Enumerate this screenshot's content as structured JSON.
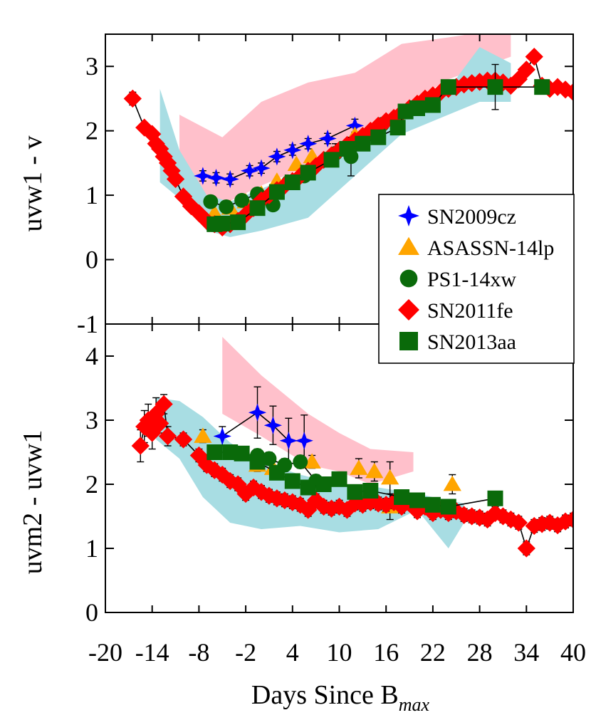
{
  "chart_data": [
    {
      "type": "scatter",
      "panel": "top",
      "ylabel": "uvw1 - v",
      "ylim": [
        -1,
        3.5
      ],
      "yticks": [
        -1,
        0,
        1,
        2,
        3
      ],
      "bands": [
        {
          "color": "#ffc0cb",
          "upper": [
            [
              -10.5,
              2.25
            ],
            [
              -5,
              1.9
            ],
            [
              0,
              2.45
            ],
            [
              6,
              2.75
            ],
            [
              12,
              2.9
            ],
            [
              18,
              3.35
            ],
            [
              24,
              3.45
            ],
            [
              32,
              3.6
            ]
          ],
          "lower": [
            [
              32,
              3.15
            ],
            [
              24,
              2.8
            ],
            [
              18,
              2.35
            ],
            [
              12,
              1.8
            ],
            [
              6,
              1.45
            ],
            [
              0,
              1.15
            ],
            [
              -5,
              0.85
            ],
            [
              -10.5,
              1.15
            ]
          ]
        },
        {
          "color": "#a8dde3",
          "upper": [
            [
              -13,
              2.65
            ],
            [
              -10.5,
              1.7
            ],
            [
              -7,
              1.0
            ],
            [
              -4,
              0.9
            ],
            [
              0,
              1.1
            ],
            [
              6,
              1.4
            ],
            [
              12,
              1.75
            ],
            [
              18,
              2.2
            ],
            [
              24,
              2.65
            ],
            [
              28,
              3.3
            ],
            [
              32,
              3.05
            ]
          ],
          "lower": [
            [
              32,
              2.45
            ],
            [
              28,
              2.45
            ],
            [
              24,
              2.25
            ],
            [
              18,
              1.95
            ],
            [
              12,
              1.3
            ],
            [
              6,
              0.65
            ],
            [
              0,
              0.45
            ],
            [
              -4,
              0.35
            ],
            [
              -7,
              0.45
            ],
            [
              -10.5,
              0.95
            ],
            [
              -13,
              1.2
            ]
          ]
        }
      ],
      "series": [
        {
          "name": "SN2009cz",
          "marker": "star4",
          "color": "#0000ff",
          "connect": true,
          "x": [
            -7.5,
            -5.8,
            -4,
            -1.5,
            0,
            2,
            4,
            6,
            8.5,
            12
          ],
          "y": [
            1.3,
            1.27,
            1.25,
            1.38,
            1.42,
            1.6,
            1.7,
            1.8,
            1.88,
            2.08
          ],
          "err": [
            0.08,
            0.08,
            0.08,
            0.08,
            0.08,
            0.08,
            0.08,
            0.08,
            0.08,
            0.1
          ]
        },
        {
          "name": "ASASSN-14lp",
          "marker": "triangle",
          "color": "#ffa500",
          "connect": false,
          "x": [
            -6,
            -4,
            -2,
            0,
            2,
            4.5,
            6.5,
            12
          ],
          "y": [
            0.72,
            0.8,
            0.9,
            1.02,
            1.22,
            1.48,
            1.6,
            1.93
          ],
          "err": [
            0,
            0,
            0,
            0,
            0,
            0,
            0,
            0
          ]
        },
        {
          "name": "PS1-14xw",
          "marker": "circle",
          "color": "#0a6a0a",
          "connect": true,
          "x": [
            -6.5,
            -4.5,
            -2.5,
            -0.5,
            1.5,
            3.5,
            5.5,
            9.5,
            11.5,
            15.5
          ],
          "y": [
            0.9,
            0.82,
            0.92,
            1.02,
            0.85,
            1.2,
            1.3,
            1.65,
            1.6,
            2.1
          ],
          "err": [
            0.05,
            0.05,
            0.05,
            0.05,
            0.05,
            0.05,
            0.05,
            0.15,
            0.3,
            0.05
          ]
        },
        {
          "name": "SN2011fe",
          "marker": "diamond",
          "color": "#ff0000",
          "connect": true,
          "x": [
            -16.5,
            -15,
            -14,
            -13.5,
            -13,
            -12.5,
            -12,
            -11.5,
            -11,
            -10,
            -9,
            -8,
            -7,
            -6,
            -5,
            -4,
            -3,
            -2,
            -1,
            0,
            1,
            2,
            3,
            4,
            5,
            6,
            7,
            8,
            9,
            10,
            11,
            12,
            13,
            14,
            15,
            16,
            17,
            18,
            19,
            20,
            21,
            22,
            23,
            24,
            25,
            26,
            27,
            28,
            29,
            30,
            31,
            32,
            33,
            34,
            35,
            36,
            37,
            38,
            39,
            40
          ],
          "y": [
            2.5,
            2.05,
            1.95,
            1.8,
            1.72,
            1.6,
            1.5,
            1.38,
            1.25,
            0.98,
            0.83,
            0.72,
            0.6,
            0.55,
            0.5,
            0.55,
            0.6,
            0.7,
            0.8,
            0.92,
            1.0,
            1.08,
            1.15,
            1.22,
            1.3,
            1.38,
            1.45,
            1.55,
            1.62,
            1.7,
            1.78,
            1.85,
            1.92,
            2.0,
            2.08,
            2.15,
            2.2,
            2.28,
            2.35,
            2.42,
            2.5,
            2.55,
            2.6,
            2.65,
            2.68,
            2.72,
            2.74,
            2.76,
            2.78,
            2.78,
            2.75,
            2.7,
            2.8,
            2.95,
            3.15,
            2.7,
            2.65,
            2.68,
            2.64,
            2.6
          ],
          "err": [
            0.1,
            0.05,
            0.05,
            0.05,
            0.05,
            0.05,
            0.05,
            0.05,
            0.05,
            0.05,
            0.05,
            0.05,
            0.05,
            0.05,
            0.05,
            0.05,
            0.05,
            0.05,
            0.05,
            0.05,
            0.05,
            0.05,
            0.05,
            0.05,
            0.05,
            0.05,
            0.05,
            0.05,
            0.05,
            0.05,
            0.05,
            0.05,
            0.05,
            0.05,
            0.05,
            0.05,
            0.05,
            0.05,
            0.05,
            0.05,
            0.05,
            0.05,
            0.05,
            0.05,
            0.05,
            0.05,
            0.05,
            0.05,
            0.05,
            0.05,
            0.05,
            0.05,
            0.05,
            0.05,
            0.05,
            0.05,
            0.05,
            0.05,
            0.05,
            0.05
          ]
        },
        {
          "name": "SN2013aa",
          "marker": "square",
          "color": "#0a6a0a",
          "connect": true,
          "x": [
            -6,
            -5,
            -3,
            -0.5,
            2,
            4,
            6,
            9,
            11,
            13,
            15,
            17.5,
            18.5,
            20,
            22,
            24,
            30,
            36
          ],
          "y": [
            0.55,
            0.56,
            0.58,
            0.8,
            1.05,
            1.2,
            1.35,
            1.55,
            1.72,
            1.8,
            1.9,
            2.05,
            2.3,
            2.35,
            2.4,
            2.68,
            2.68,
            2.68
          ],
          "err": [
            0.05,
            0.05,
            0.05,
            0.05,
            0.05,
            0.05,
            0.05,
            0.05,
            0.05,
            0.05,
            0.05,
            0.05,
            0.05,
            0.05,
            0.05,
            0.05,
            0.35,
            0.05
          ]
        }
      ]
    },
    {
      "type": "scatter",
      "panel": "bottom",
      "ylabel": "uvm2 - uvw1",
      "xlabel": "Days Since B",
      "xlabel_sub": "max",
      "xlim": [
        -20,
        40
      ],
      "xticks": [
        -20,
        -14,
        -8,
        -2,
        4,
        10,
        16,
        22,
        28,
        34,
        40
      ],
      "ylim": [
        0,
        4.5
      ],
      "yticks": [
        0,
        1,
        2,
        3,
        4
      ],
      "bands": [
        {
          "color": "#ffc0cb",
          "upper": [
            [
              -5,
              4.3
            ],
            [
              0,
              3.7
            ],
            [
              6,
              3.1
            ],
            [
              10,
              2.8
            ],
            [
              14,
              2.55
            ],
            [
              19.5,
              2.5
            ]
          ],
          "lower": [
            [
              19.5,
              2.2
            ],
            [
              14,
              2.0
            ],
            [
              10,
              2.2
            ],
            [
              6,
              2.3
            ],
            [
              0,
              2.75
            ],
            [
              -5,
              3.1
            ]
          ]
        },
        {
          "color": "#a8dde3",
          "upper": [
            [
              -13.5,
              3.35
            ],
            [
              -10.5,
              3.3
            ],
            [
              -7.5,
              3.05
            ],
            [
              -4,
              2.65
            ],
            [
              0,
              2.35
            ],
            [
              5,
              2.15
            ],
            [
              10,
              2.0
            ],
            [
              15,
              1.95
            ],
            [
              20,
              1.85
            ],
            [
              24,
              1.75
            ],
            [
              26,
              1.7
            ]
          ],
          "lower": [
            [
              26,
              1.4
            ],
            [
              24,
              1.0
            ],
            [
              20,
              1.6
            ],
            [
              15,
              1.3
            ],
            [
              10,
              1.25
            ],
            [
              5,
              1.35
            ],
            [
              0,
              1.3
            ],
            [
              -4,
              1.4
            ],
            [
              -7.5,
              1.8
            ],
            [
              -10.5,
              2.4
            ],
            [
              -13.5,
              2.7
            ]
          ]
        }
      ],
      "series": [
        {
          "name": "SN2009cz",
          "marker": "star4",
          "color": "#0000ff",
          "connect": true,
          "x": [
            -5,
            -0.5,
            1.5,
            3.5,
            5.5
          ],
          "y": [
            2.75,
            3.12,
            2.92,
            2.68,
            2.68
          ],
          "err": [
            0.15,
            0.4,
            0.3,
            0.35,
            0.4
          ]
        },
        {
          "name": "ASASSN-14lp",
          "marker": "triangle",
          "color": "#ffa500",
          "connect": false,
          "x": [
            -7.5,
            -0.5,
            1.5,
            6.5,
            12.5,
            14.5,
            16.5,
            16.5,
            24.5
          ],
          "y": [
            2.75,
            2.3,
            2.25,
            2.35,
            2.25,
            2.2,
            2.1,
            1.65,
            2.0
          ],
          "err": [
            0.1,
            0.1,
            0.1,
            0.1,
            0.15,
            0.15,
            0.25,
            0.2,
            0.15
          ]
        },
        {
          "name": "PS1-14xw",
          "marker": "circle",
          "color": "#0a6a0a",
          "connect": true,
          "x": [
            -0.5,
            1,
            3,
            5,
            7
          ],
          "y": [
            2.45,
            2.4,
            2.3,
            2.35,
            2.05
          ],
          "err": [
            0.1,
            0.1,
            0.1,
            0.1,
            0.1
          ]
        },
        {
          "name": "SN2011fe",
          "marker": "diamond",
          "color": "#ff0000",
          "connect": true,
          "x": [
            -15.5,
            -15,
            -14.5,
            -14,
            -13.5,
            -13,
            -12.5,
            -12,
            -10,
            -8,
            -7,
            -6,
            -5,
            -4,
            -3,
            -2,
            -1,
            0,
            1,
            2,
            3,
            4,
            5,
            6,
            7,
            8,
            9,
            10,
            11,
            12,
            13,
            14,
            15,
            16,
            17,
            18,
            19,
            20,
            21,
            22,
            23,
            24,
            25,
            26,
            27,
            28,
            29,
            30,
            31,
            32,
            33,
            34,
            35,
            36,
            37,
            38,
            39,
            40
          ],
          "y": [
            2.6,
            2.9,
            3.0,
            2.8,
            3.1,
            2.95,
            3.25,
            2.75,
            2.7,
            2.45,
            2.3,
            2.22,
            2.15,
            2.05,
            2.0,
            1.85,
            1.95,
            1.88,
            1.82,
            1.78,
            1.75,
            1.72,
            1.68,
            1.6,
            1.75,
            1.65,
            1.62,
            1.65,
            1.6,
            1.7,
            1.68,
            1.72,
            1.7,
            1.68,
            1.72,
            1.65,
            1.7,
            1.58,
            1.65,
            1.55,
            1.6,
            1.55,
            1.58,
            1.52,
            1.5,
            1.48,
            1.45,
            1.55,
            1.5,
            1.45,
            1.4,
            1.0,
            1.35,
            1.38,
            1.4,
            1.36,
            1.42,
            1.45
          ],
          "err": [
            0.25,
            0.25,
            0.25,
            0.25,
            0.25,
            0.15,
            0.15,
            0.15,
            0.1,
            0.1,
            0.1,
            0.1,
            0.1,
            0.1,
            0.1,
            0.1,
            0.1,
            0.1,
            0.1,
            0.1,
            0.1,
            0.1,
            0.1,
            0.1,
            0.1,
            0.1,
            0.1,
            0.1,
            0.1,
            0.1,
            0.1,
            0.1,
            0.1,
            0.1,
            0.1,
            0.1,
            0.1,
            0.1,
            0.1,
            0.1,
            0.1,
            0.1,
            0.1,
            0.1,
            0.1,
            0.1,
            0.1,
            0.1,
            0.1,
            0.1,
            0.1,
            0.1,
            0.1,
            0.1,
            0.1,
            0.1,
            0.1,
            0.1
          ]
        },
        {
          "name": "SN2013aa",
          "marker": "square",
          "color": "#0a6a0a",
          "connect": true,
          "x": [
            -6,
            -4,
            -2.5,
            -0.5,
            2,
            4,
            6,
            8,
            10,
            12,
            14,
            18,
            20,
            22,
            24,
            30
          ],
          "y": [
            2.5,
            2.5,
            2.48,
            2.35,
            2.18,
            2.05,
            1.95,
            2.0,
            2.08,
            1.88,
            1.9,
            1.8,
            1.75,
            1.68,
            1.65,
            1.78
          ],
          "err": [
            0.05,
            0.05,
            0.05,
            0.05,
            0.05,
            0.05,
            0.05,
            0.05,
            0.05,
            0.05,
            0.05,
            0.05,
            0.05,
            0.05,
            0.05,
            0.05
          ]
        }
      ]
    }
  ],
  "legend": {
    "placement": "right",
    "items": [
      {
        "label": "SN2009cz",
        "marker": "star4",
        "color": "#0000ff"
      },
      {
        "label": "ASASSN-14lp",
        "marker": "triangle",
        "color": "#ffa500"
      },
      {
        "label": "PS1-14xw",
        "marker": "circle",
        "color": "#0a6a0a"
      },
      {
        "label": "SN2011fe",
        "marker": "diamond",
        "color": "#ff0000"
      },
      {
        "label": "SN2013aa",
        "marker": "square",
        "color": "#0a6a0a"
      }
    ]
  }
}
